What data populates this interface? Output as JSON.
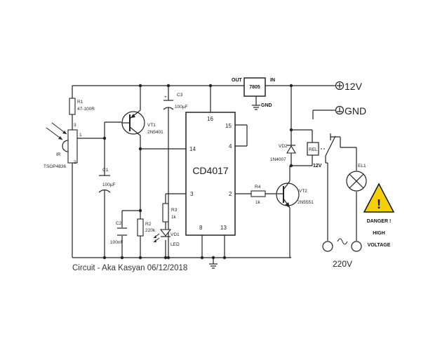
{
  "caption": "Circuit - Aka Kasyan 06/12/2018",
  "ic": {
    "name": "CD4017",
    "pins": {
      "p16": "16",
      "p15": "15",
      "p4": "4",
      "p14": "14",
      "p3": "3",
      "p2": "2",
      "p8": "8",
      "p13": "13"
    }
  },
  "regulator": {
    "name": "7805",
    "out": "OUT",
    "in": "IN",
    "gnd": "GND"
  },
  "power": {
    "v12": "12V",
    "gnd": "GND",
    "relay_v": "12V",
    "mains": "220V"
  },
  "components": {
    "r1_ref": "R1",
    "r1_val": "47-100R",
    "ir_ref": "IR",
    "ir_val": "TSOP4836",
    "ir_p1": "1",
    "ir_p2": "2",
    "ir_p3": "3",
    "c1_ref": "C1",
    "c1_val": "100µF",
    "c2_ref": "C2",
    "c2_val": "100nF",
    "c3_ref": "C3",
    "c3_val": "100µF",
    "r2_ref": "R2",
    "r2_val": "220k",
    "r3_ref": "R3",
    "r3_val": "1k",
    "r4_ref": "R4",
    "r4_val": "1k",
    "vt1_ref": "VT1",
    "vt1_val": "2N5401",
    "vt2_ref": "VT2",
    "vt2_val": "2N5551",
    "vd1_ref": "VD1",
    "vd1_val": "LED",
    "vd2_ref": "VD2",
    "vd2_val": "1N4007",
    "rel_ref": "REL",
    "el1_ref": "EL1"
  },
  "warning": {
    "line1": "DANGER !",
    "line2": "HIGH",
    "line3": "VOLTAGE",
    "sign_color": "#f4d000",
    "symbol": "!"
  }
}
